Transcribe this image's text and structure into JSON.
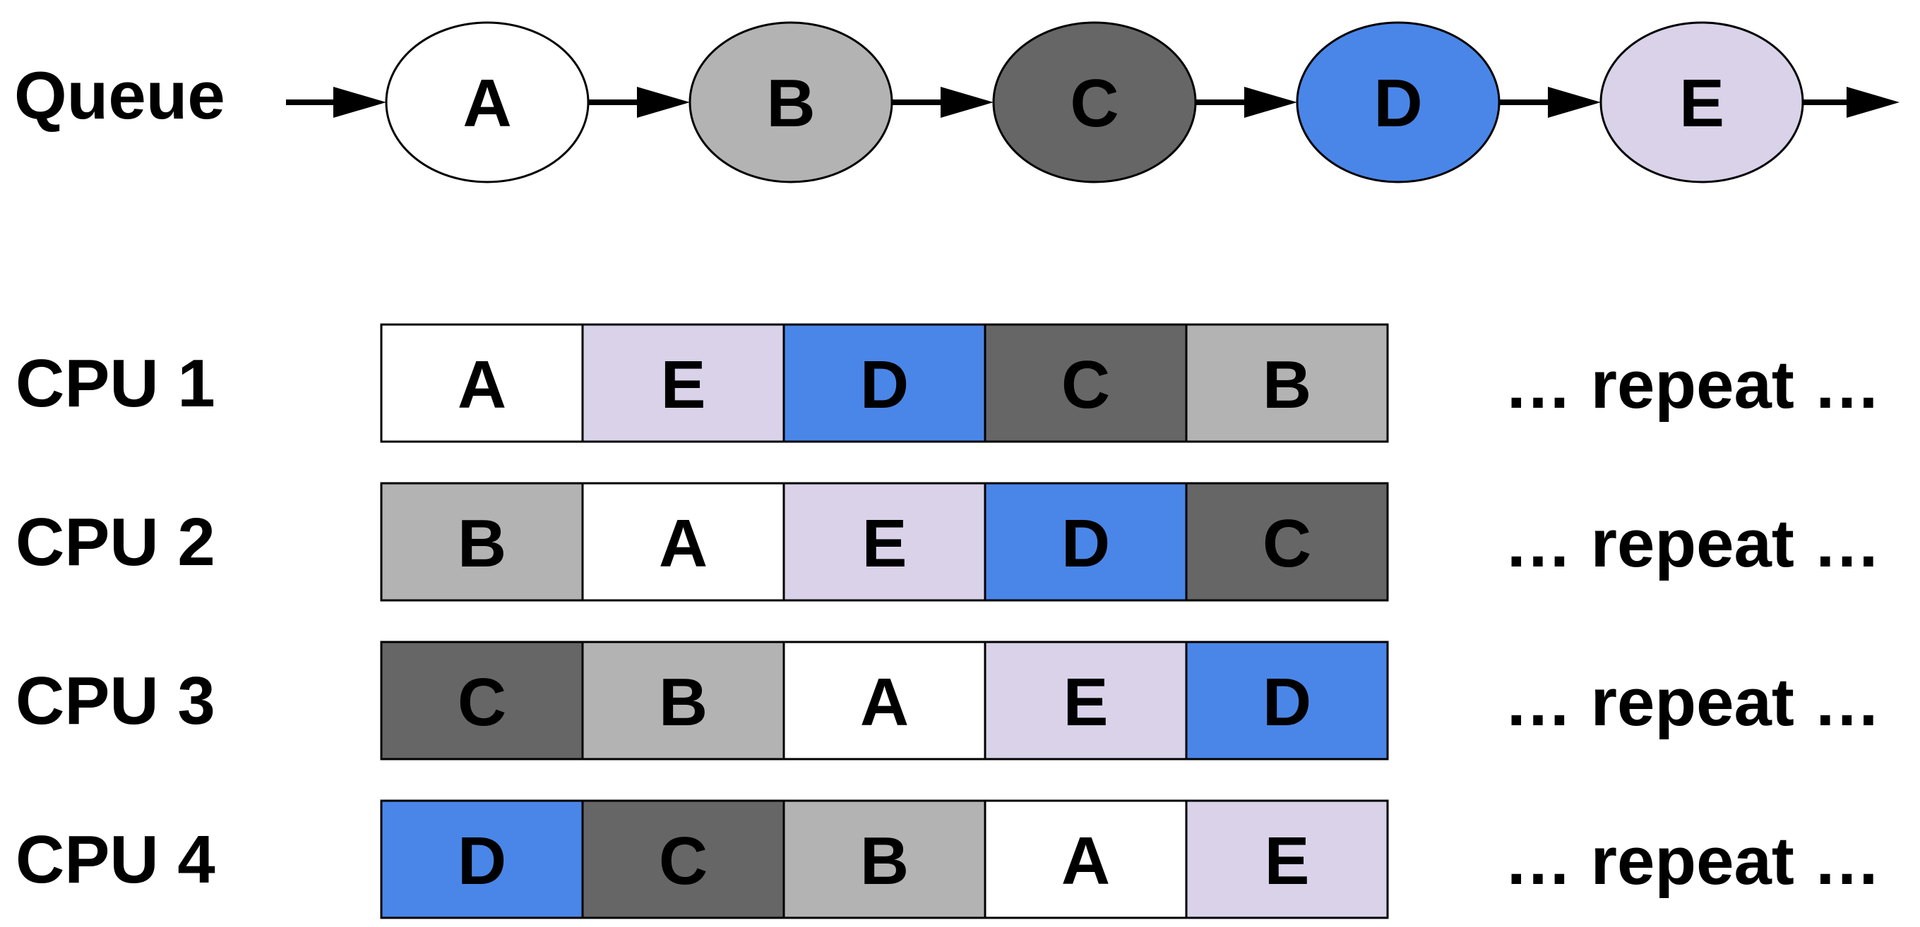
{
  "colors": {
    "A": "#ffffff",
    "B": "#b3b3b3",
    "C": "#666666",
    "D": "#4a86e8",
    "E": "#d9d2e9",
    "stroke": "#000000",
    "text": "#000000"
  },
  "queue": {
    "label": "Queue",
    "nodes": [
      "A",
      "B",
      "C",
      "D",
      "E"
    ]
  },
  "cpus": [
    {
      "label": "CPU 1",
      "slots": [
        "A",
        "E",
        "D",
        "C",
        "B"
      ],
      "suffix": "… repeat …"
    },
    {
      "label": "CPU 2",
      "slots": [
        "B",
        "A",
        "E",
        "D",
        "C"
      ],
      "suffix": "… repeat …"
    },
    {
      "label": "CPU 3",
      "slots": [
        "C",
        "B",
        "A",
        "E",
        "D"
      ],
      "suffix": "… repeat …"
    },
    {
      "label": "CPU 4",
      "slots": [
        "D",
        "C",
        "B",
        "A",
        "E"
      ],
      "suffix": "… repeat …"
    }
  ]
}
